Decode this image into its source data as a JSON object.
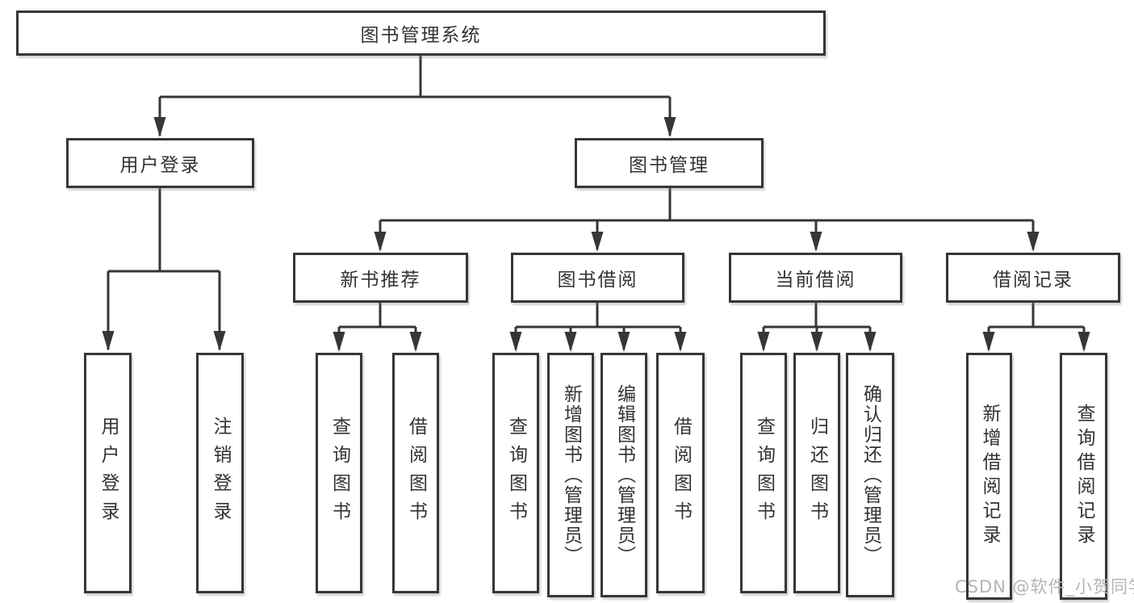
{
  "diagram": {
    "type": "hierarchy-tree",
    "colors": {
      "box_border": "#363636",
      "connector_line": "#363636",
      "text": "#333333",
      "background": "#ffffff",
      "watermark": "#b4b4b4"
    },
    "icons": {
      "connector_arrow": "filled-triangle-down"
    }
  },
  "nodes": {
    "root": "图书管理系统",
    "level2": [
      "用户登录",
      "图书管理"
    ],
    "level3": [
      "新书推荐",
      "图书借阅",
      "当前借阅",
      "借阅记录"
    ],
    "leaves": {
      "login": [
        "用户登录",
        "注销登录"
      ],
      "newbook": [
        "查询图书",
        "借阅图书"
      ],
      "borrow": [
        "查询图书",
        "新增图书（管理员）",
        "编辑图书（管理员）",
        "借阅图书"
      ],
      "current": [
        "查询图书",
        "归还图书",
        "确认归还（管理员）"
      ],
      "records": [
        "新增借阅记录",
        "查询借阅记录"
      ]
    },
    "watermark": "CSDN @软件_小贺同学"
  }
}
